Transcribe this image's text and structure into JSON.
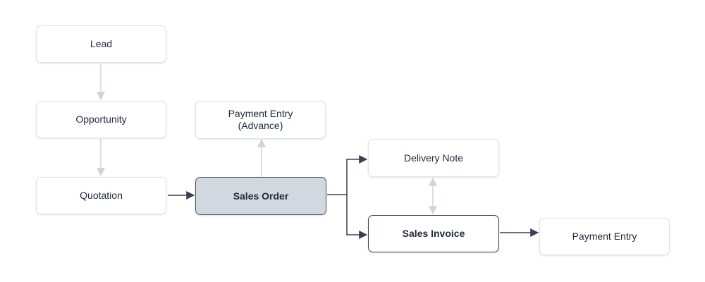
{
  "diagram": {
    "nodes": {
      "lead": "Lead",
      "opportunity": "Opportunity",
      "quotation": "Quotation",
      "payment_advance": "Payment Entry\n(Advance)",
      "sales_order": "Sales Order",
      "delivery_note": "Delivery Note",
      "sales_invoice": "Sales Invoice",
      "payment_entry": "Payment Entry"
    },
    "colors": {
      "dark_arrow": "#374151",
      "light_arrow": "#cfd4da",
      "highlight_fill": "#d1d8df"
    }
  }
}
